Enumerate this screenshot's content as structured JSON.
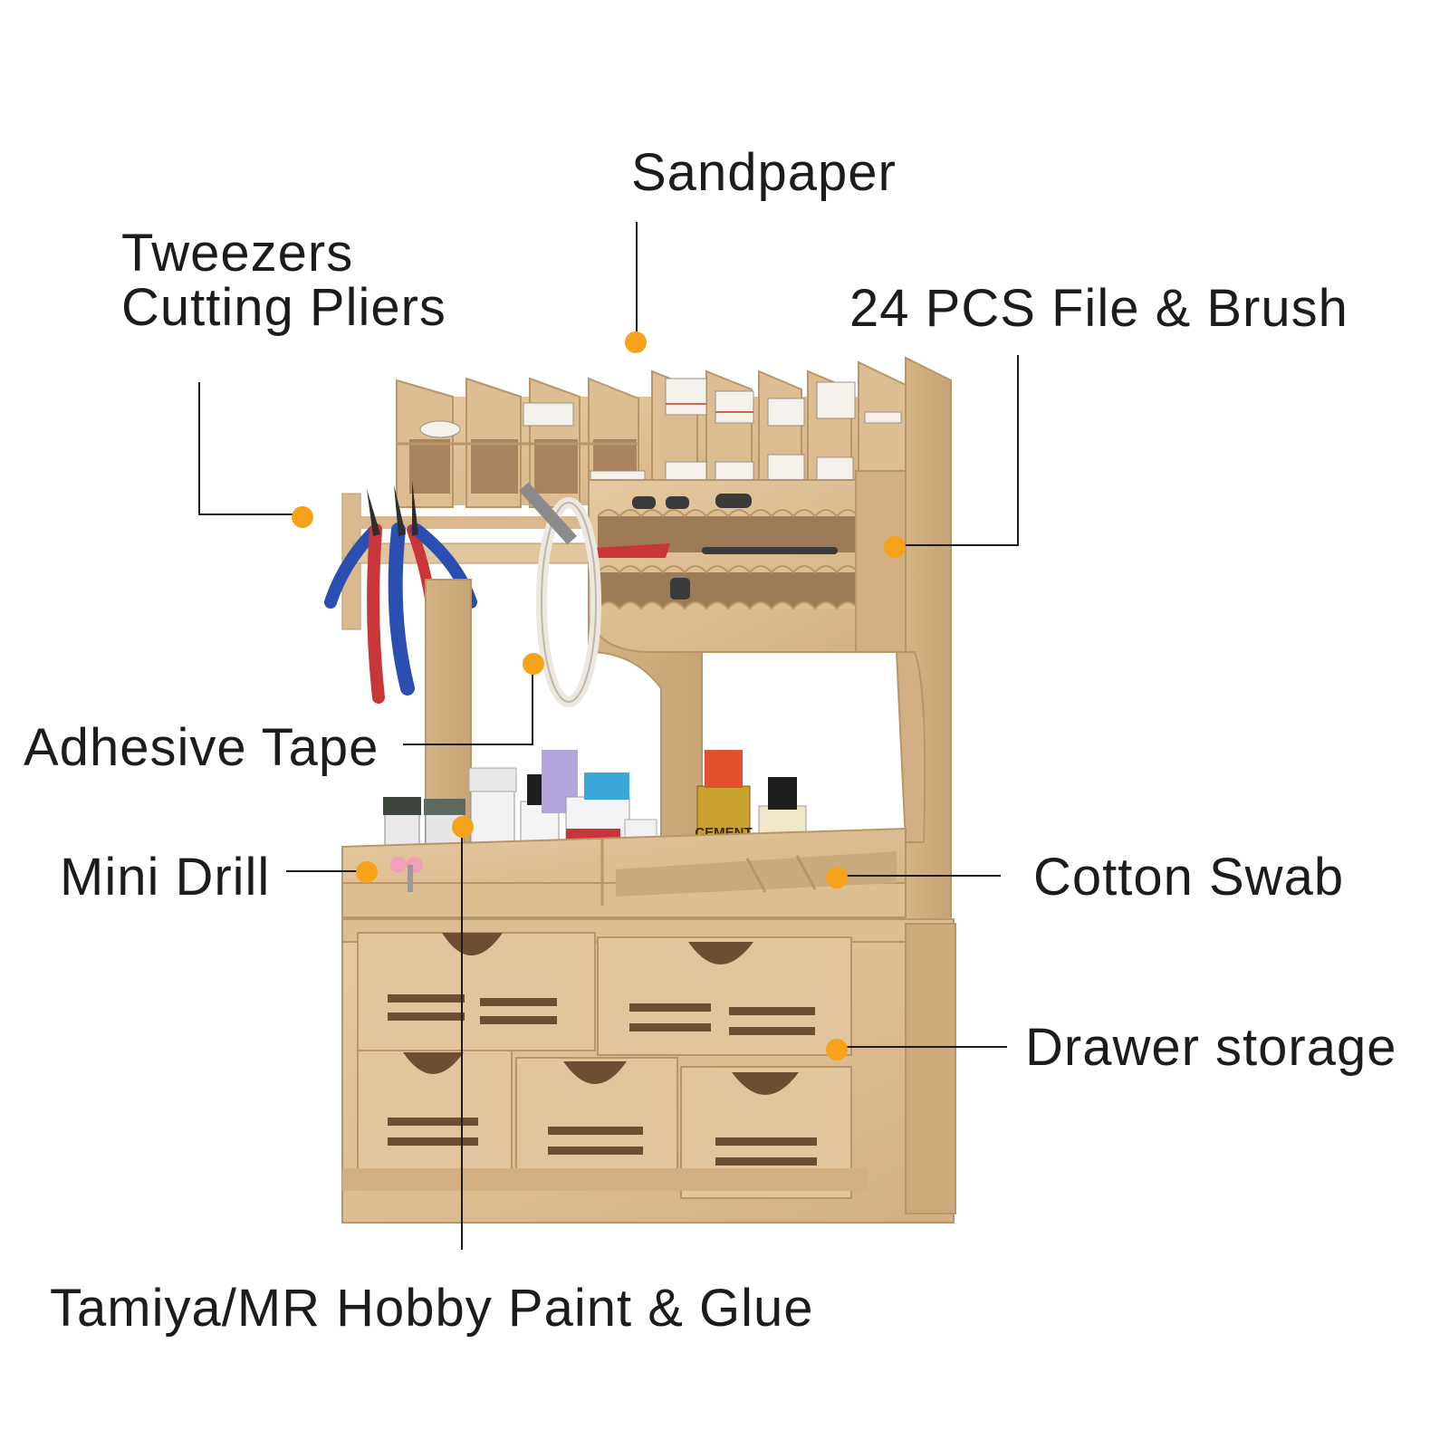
{
  "labels": {
    "sandpaper": "Sandpaper",
    "tweezers": "Tweezers",
    "cutting_pliers": "Cutting Pliers",
    "file_brush": "24 PCS File & Brush",
    "adhesive_tape": "Adhesive Tape",
    "mini_drill": "Mini Drill",
    "cotton_swab": "Cotton Swab",
    "drawer_storage": "Drawer storage",
    "paint_glue": "Tamiya/MR Hobby Paint & Glue"
  },
  "bottle_text": {
    "cement": "CEMENT"
  },
  "colors": {
    "marker": "#F7A21B",
    "leader_line": "#1c1c1c",
    "wood": "#DDBE93",
    "wood_shadow": "#B8966A",
    "wood_dark": "#6E4E33",
    "text": "#1c1c1c"
  }
}
